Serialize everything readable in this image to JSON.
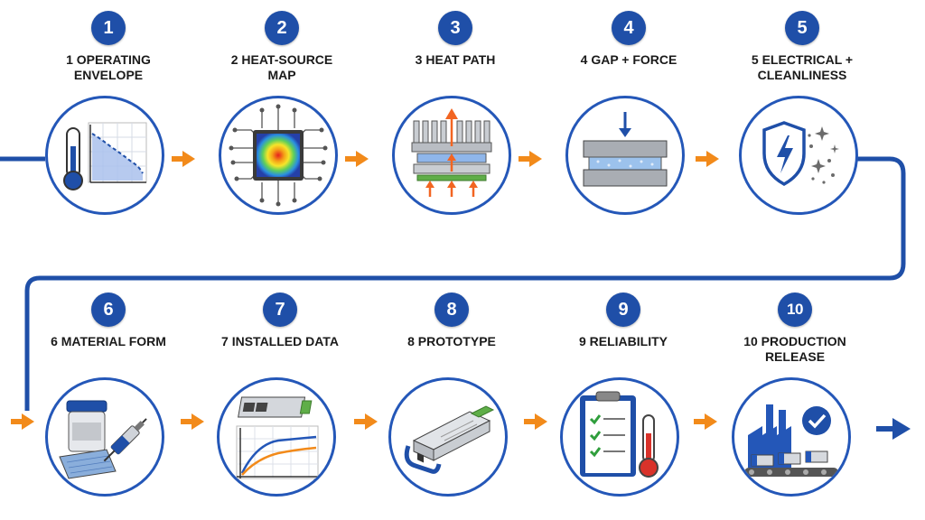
{
  "colors": {
    "badge": "#1f4fa8",
    "circle_border": "#2457b8",
    "flow_line": "#1f4fa8",
    "arrow": "#f28a1a"
  },
  "steps": [
    {
      "number": "1",
      "label": "1 OPERATING\nENVELOPE",
      "icon": "thermometer-graph-icon"
    },
    {
      "number": "2",
      "label": "2 HEAT-SOURCE\nMAP",
      "icon": "chip-heatmap-icon"
    },
    {
      "number": "3",
      "label": "3 HEAT PATH",
      "icon": "heatsink-icon"
    },
    {
      "number": "4",
      "label": "4 GAP + FORCE",
      "icon": "compression-icon"
    },
    {
      "number": "5",
      "label": "5 ELECTRICAL +\nCLEANLINESS",
      "icon": "shield-sparkle-icon"
    },
    {
      "number": "6",
      "label": "6 MATERIAL FORM",
      "icon": "jar-syringe-icon"
    },
    {
      "number": "7",
      "label": "7 INSTALLED DATA",
      "icon": "module-graph-icon"
    },
    {
      "number": "8",
      "label": "8 PROTOTYPE",
      "icon": "transceiver-icon"
    },
    {
      "number": "9",
      "label": "9 RELIABILITY",
      "icon": "clipboard-thermometer-icon"
    },
    {
      "number": "10",
      "label": "10 PRODUCTION\nRELEASE",
      "icon": "factory-icon"
    }
  ]
}
